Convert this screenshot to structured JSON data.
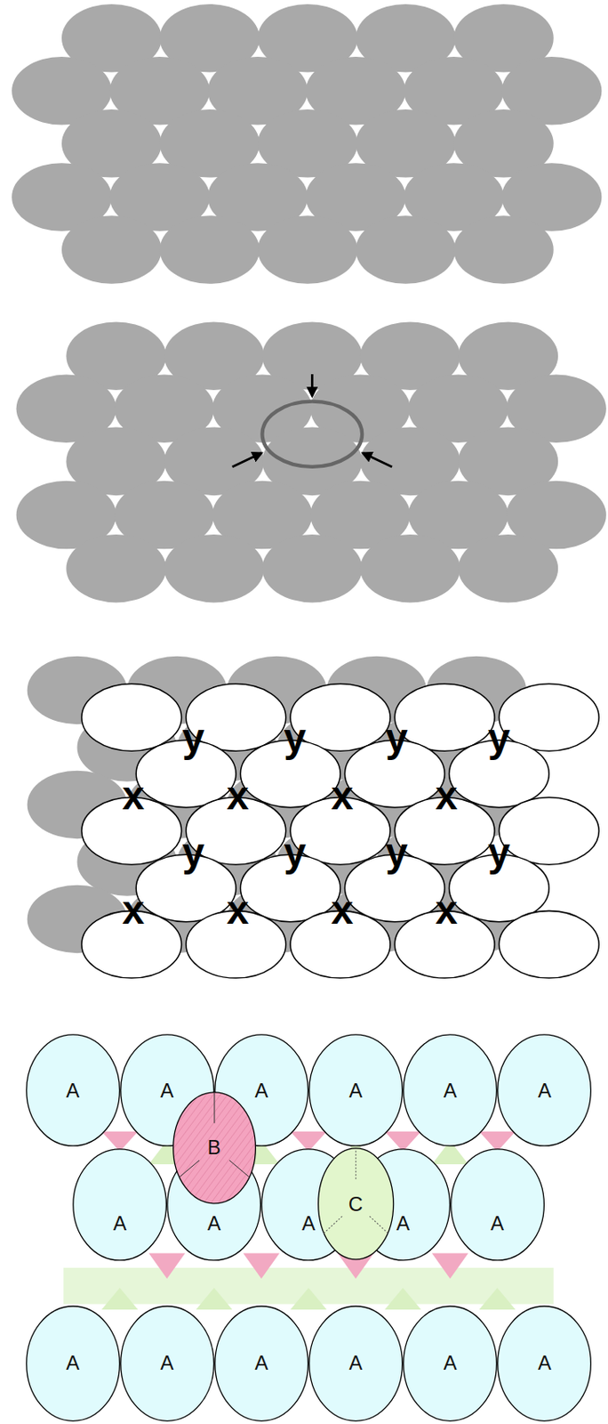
{
  "diagram": {
    "nodes": [
      {
        "text": [
          "A"
        ]
      },
      {
        "text": [
          "A"
        ]
      },
      {
        "text": [
          "A"
        ]
      },
      {
        "text": [
          "A"
        ]
      },
      {
        "text": [
          "A"
        ]
      },
      {
        "text": [
          "A"
        ]
      },
      {
        "text": [
          "B"
        ]
      },
      {
        "text": [
          "A"
        ]
      },
      {
        "text": [
          "A"
        ]
      },
      {
        "text": [
          "A"
        ]
      },
      {
        "text": [
          "C"
        ]
      },
      {
        "text": [
          "A"
        ]
      },
      {
        "text": [
          "A"
        ]
      },
      {
        "text": [
          "A"
        ]
      },
      {
        "text": [
          "A"
        ]
      },
      {
        "text": [
          "A"
        ]
      },
      {
        "text": [
          "A"
        ]
      },
      {
        "text": [
          "A"
        ]
      },
      {
        "text": [
          "A"
        ]
      }
    ],
    "labels": [
      "y",
      "y",
      "y",
      "y",
      "x",
      "x",
      "x",
      "x",
      "y",
      "y",
      "y",
      "y",
      "x",
      "x",
      "x",
      "x"
    ]
  }
}
